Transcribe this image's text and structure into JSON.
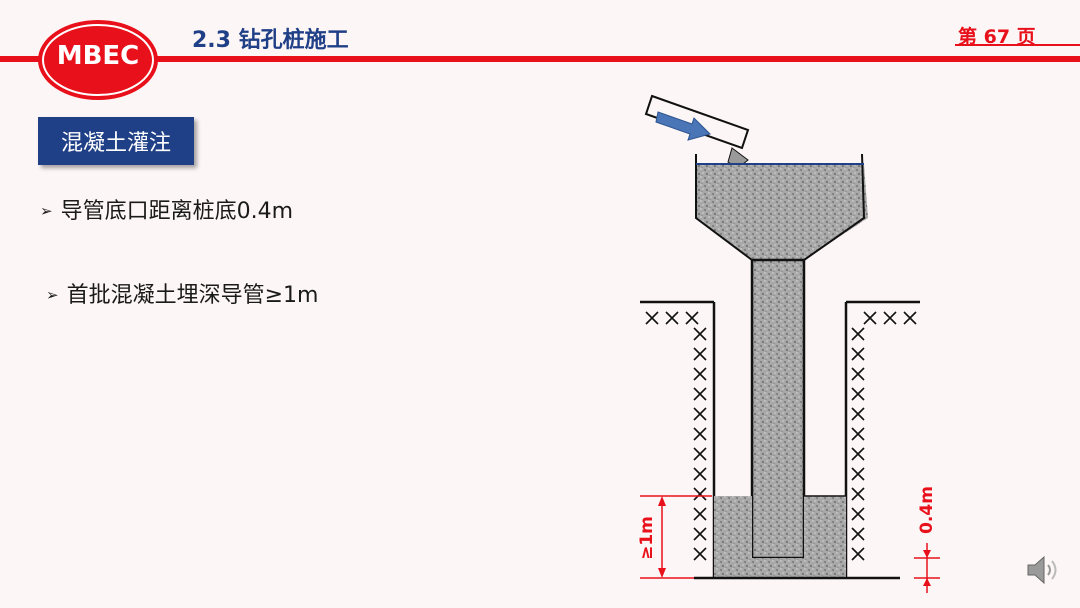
{
  "header": {
    "logo_text": "MBEC",
    "title": "2.3 钻孔桩施工",
    "page_label": "第 67  页"
  },
  "section": {
    "label": "混凝土灌注"
  },
  "bullets": [
    {
      "text": "导管底口距离桩底0.4m"
    },
    {
      "text": "首批混凝土埋深导管≥1m"
    }
  ],
  "diagram": {
    "dim_left": "≥1m",
    "dim_right": "0.4m",
    "colors": {
      "concrete": "#a8a8a8",
      "dimension": "#e8101a",
      "arrow": "#4a76b8"
    }
  },
  "icons": {
    "speaker": "speaker-icon",
    "bullet": "arrow-bullet-icon"
  }
}
